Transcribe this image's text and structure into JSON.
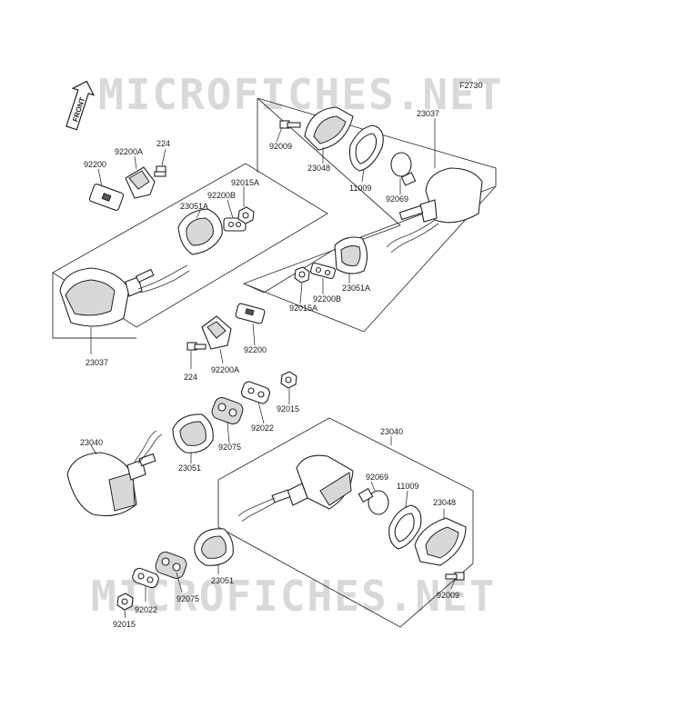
{
  "watermark": "MICROFICHES.NET",
  "figure_code": "F2730",
  "front_arrow": "FRONT",
  "labels": {
    "l_23037_top": "23037",
    "l_92009_top": "92009",
    "l_23048_top": "23048",
    "l_11009_top": "11009",
    "l_92069_top": "92069",
    "l_224_top": "224",
    "l_92200A_top": "92200A",
    "l_92200_top": "92200",
    "l_92015A_top": "92015A",
    "l_92200B_top": "92200B",
    "l_23051A_top": "23051A",
    "l_23051A_right": "23051A",
    "l_92200B_right": "92200B",
    "l_92015A_right": "92015A",
    "l_23037_left": "23037",
    "l_92200_mid": "92200",
    "l_224_mid": "224",
    "l_92200A_mid": "92200A",
    "l_92015_mid": "92015",
    "l_92022_mid": "92022",
    "l_92075_mid": "92075",
    "l_23051_mid": "23051",
    "l_23040_left": "23040",
    "l_23040_right": "23040",
    "l_92069_bot": "92069",
    "l_11009_bot": "11009",
    "l_23048_bot": "23048",
    "l_92009_bot": "92009",
    "l_23051_bot": "23051",
    "l_92075_bot": "92075",
    "l_92022_bot": "92022",
    "l_92015_bot": "92015"
  }
}
